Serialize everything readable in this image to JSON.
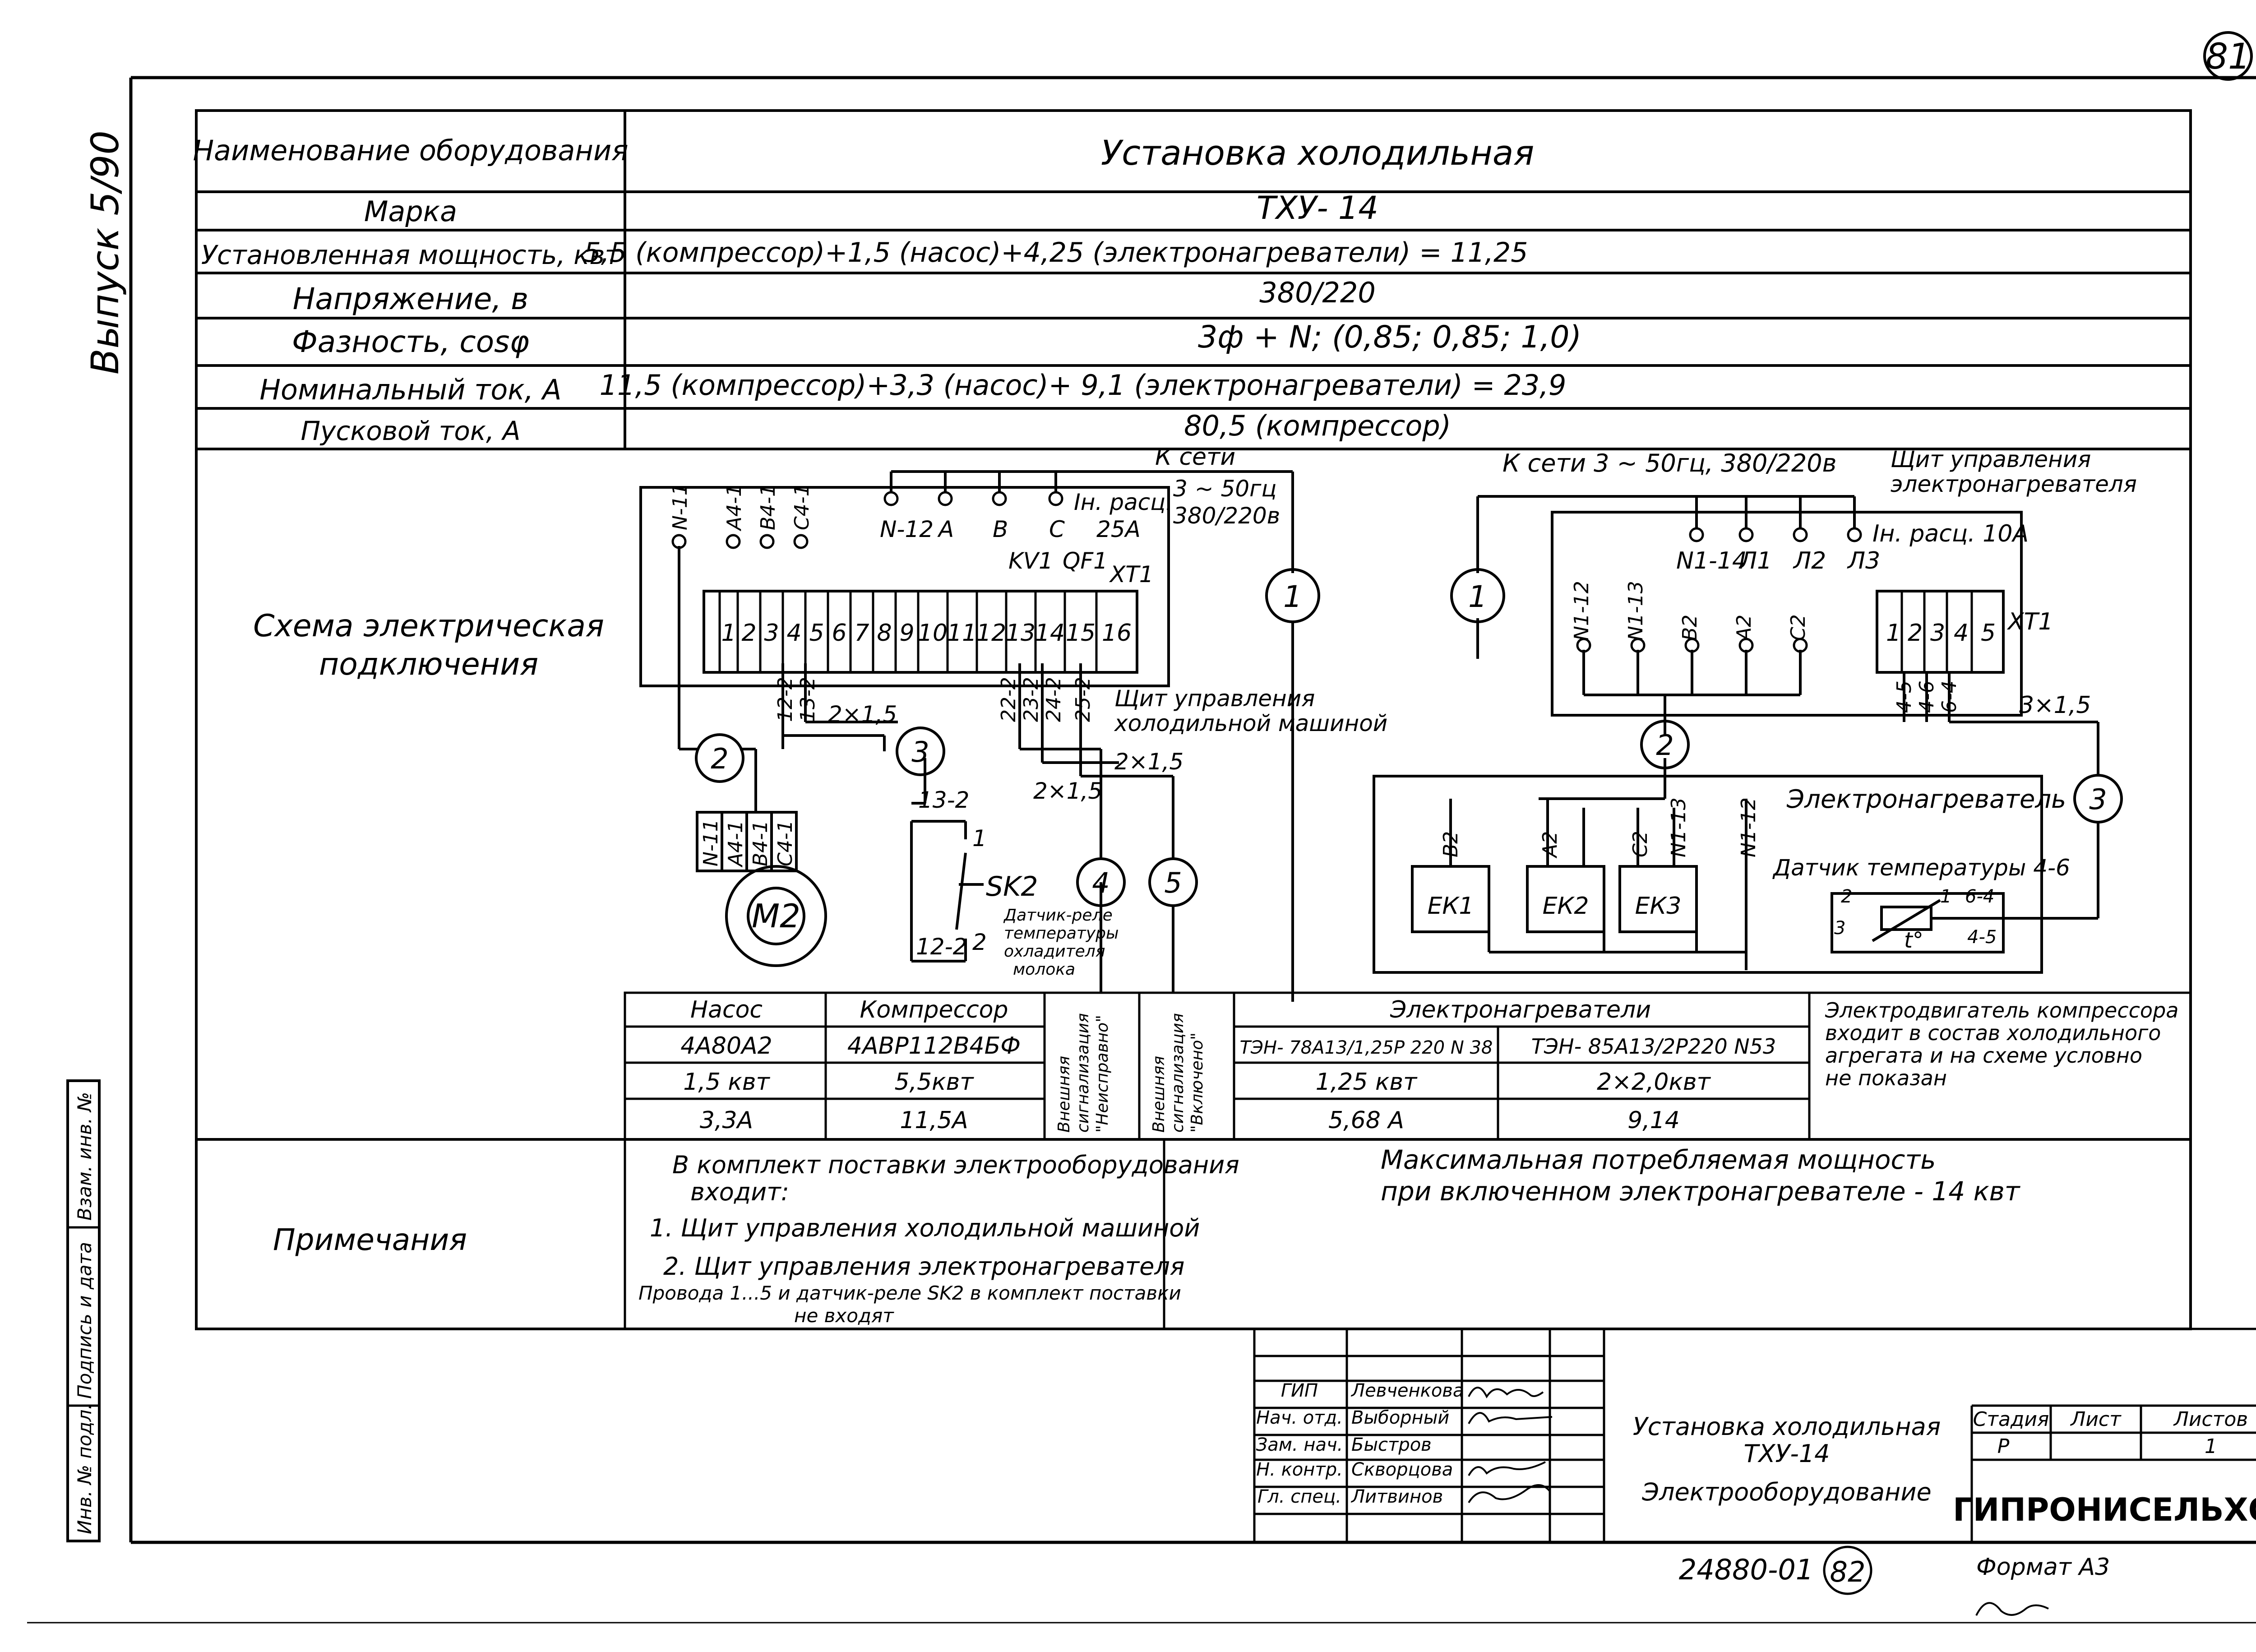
{
  "page": {
    "sheet_number": "81",
    "stamp_number": "82",
    "doc_code": "24880-01",
    "format": "Формат А3",
    "vypusk": "Выпуск 5/90",
    "side_stamp": [
      "Инв. № подл.",
      "Подпись и дата",
      "Взам. инв. №"
    ]
  },
  "specs": [
    {
      "label": "Наименование оборудования",
      "value": "Установка холодильная"
    },
    {
      "label": "Марка",
      "value": "ТХУ- 14"
    },
    {
      "label": "Установленная мощность, квт",
      "value": "5,5 (компрессор)+1,5 (насос)+4,25 (электронагреватели) = 11,25"
    },
    {
      "label": "Напряжение, в",
      "value": "380/220"
    },
    {
      "label": "Фазность, cosφ",
      "value": "3ф + N; (0,85; 0,85; 1,0)"
    },
    {
      "label": "Номинальный ток, А",
      "value": "11,5 (компрессор)+3,3 (насос)+ 9,1 (электронагреватели) = 23,9"
    },
    {
      "label": "Пусковой ток, А",
      "value": "80,5 (компрессор)"
    }
  ],
  "scheme": {
    "label_line1": "Схема электрическая",
    "label_line2": "подключения",
    "left": {
      "to_network": "К сети",
      "network_spec1": "3 ~ 50гц",
      "network_spec2": "380/220в",
      "input_terms": [
        "N-12",
        "А",
        "В",
        "С"
      ],
      "in_rating1": "Iн. расц.",
      "in_rating2": "25А",
      "motor_terms_top": [
        "N-11",
        "А4-1",
        "В4-1",
        "С4-1"
      ],
      "kv1": "KV1",
      "qf1": "QF1",
      "xt1": "XT1",
      "terminal_numbers": [
        "1",
        "2",
        "3",
        "4",
        "5",
        "6",
        "7",
        "8",
        "9",
        "10",
        "11",
        "12",
        "13",
        "14",
        "15",
        "16"
      ],
      "under_terms": [
        "12-2",
        "13-2",
        "22-2",
        "23-2",
        "24-2",
        "25-2"
      ],
      "panel_caption1": "Щит управления",
      "panel_caption2": "холодильной машиной",
      "cable_2x15_a": "2×1,5",
      "cable_2x15_b": "2×1,5",
      "cable_2x15_c": "2×1,5",
      "circles": [
        "1",
        "2",
        "3",
        "4",
        "5"
      ],
      "motor_terms": [
        "N-11",
        "А4-1",
        "В4-1",
        "С4-1"
      ],
      "motor": "M2",
      "sk_top_term": "13-2",
      "sk_bottom_term": "12-2",
      "sk_contact1": "1",
      "sk_contact2": "2",
      "sk_name": "SK2",
      "sk_desc": [
        "Датчик-реле",
        "температуры",
        "охладителя",
        "молока"
      ]
    },
    "right": {
      "to_network": "К сети 3 ~ 50гц, 380/220в",
      "panel_title1": "Щит управления",
      "panel_title2": "электронагревателя",
      "input_terms": [
        "N1-14",
        "Л1",
        "Л2",
        "Л3"
      ],
      "in_rating": "Iн. расц. 10А",
      "inner_terms": [
        "N1-12",
        "N1-13",
        "В2",
        "А2",
        "С2"
      ],
      "terminal_numbers": [
        "1",
        "2",
        "3",
        "4",
        "5"
      ],
      "xt1": "XT1",
      "under_terms": [
        "4-5",
        "4-6",
        "6-4"
      ],
      "cable": "3×1,5",
      "circles": [
        "1",
        "2",
        "3"
      ],
      "heater_box_title": "Электронагреватель",
      "heater_terms": [
        "В2",
        "А2",
        "С2",
        "N1-13",
        "N1-12"
      ],
      "heaters": [
        "ЕК1",
        "ЕК2",
        "ЕК3"
      ],
      "sensor_title": "Датчик температуры 4-6",
      "sensor_pins": [
        "2",
        "1",
        "3"
      ],
      "sensor_terms": [
        "6-4",
        "4-5"
      ],
      "sensor_symbol": "t°"
    }
  },
  "equipment": {
    "pump": {
      "header": "Насос",
      "model": "4А80А2",
      "power": "1,5 квт",
      "current": "3,3А"
    },
    "compressor": {
      "header": "Компрессор",
      "model": "4АВР112В4БФ",
      "power": "5,5квт",
      "current": "11,5А"
    },
    "signal_fault": [
      "Внешняя",
      "сигнализация",
      "\"Неисправно\""
    ],
    "signal_on": [
      "Внешняя",
      "сигнализация",
      "\"Включено\""
    ],
    "heaters": {
      "header": "Электронагреватели",
      "model_a": "ТЭН- 78А13/1,25Р 220 N 38",
      "model_b": "ТЭН- 85А13/2Р220  N53",
      "power_a": "1,25 квт",
      "power_b": "2×2,0квт",
      "current_a": "5,68 А",
      "current_b": "9,14"
    },
    "note": [
      "Электродвигатель компрессора",
      "входит в состав холодильного",
      "агрегата и на схеме условно",
      "не показан"
    ]
  },
  "notes": {
    "label": "Примечания",
    "lines": [
      "В комплект поставки электрооборудования",
      "входит:",
      "1. Щит управления холодильной машиной",
      "2. Щит управления электронагревателя",
      "Провода 1...5 и датчик-реле SK2 в комплект поставки",
      "не входят"
    ],
    "right_lines": [
      "Максимальная потребляемая мощность",
      "при включенном электронагревателе - 14 квт"
    ]
  },
  "title_block": {
    "people": [
      {
        "role": "ГИП",
        "name": "Левченкова"
      },
      {
        "role": "Нач. отд.",
        "name": "Выборный"
      },
      {
        "role": "Зам. нач.",
        "name": "Быстров"
      },
      {
        "role": "Н. контр.",
        "name": "Скворцова"
      },
      {
        "role": "Гл. спец.",
        "name": "Литвинов"
      }
    ],
    "title": [
      "Установка холодильная",
      "ТХУ-14",
      "Электрооборудование"
    ],
    "stage_label": "Стадия",
    "sheet_label": "Лист",
    "sheets_label": "Листов",
    "stage": "Р",
    "sheets": "1",
    "org": "ГИПРОНИСЕЛЬХОЗ"
  }
}
